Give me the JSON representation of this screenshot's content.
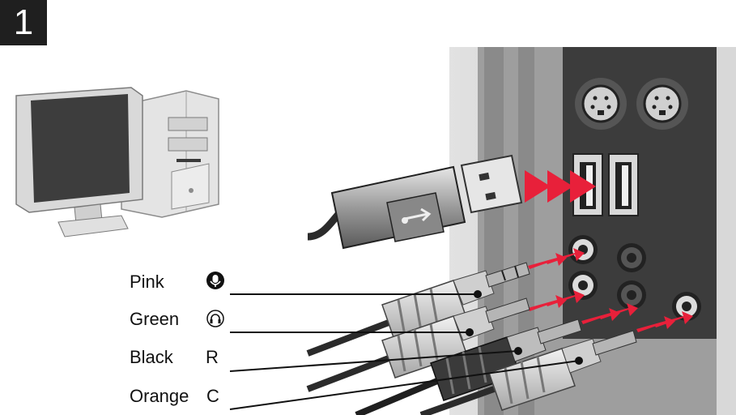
{
  "step": "1",
  "labels": [
    {
      "color_name": "Pink",
      "symbol": "mic-icon"
    },
    {
      "color_name": "Green",
      "symbol": "headphone-icon"
    },
    {
      "color_name": "Black",
      "symbol": "R"
    },
    {
      "color_name": "Orange",
      "symbol": "C"
    }
  ],
  "colors": {
    "arrow": "#e8203a",
    "panel": "#3a3a3a",
    "case": "#c8c8c8"
  }
}
